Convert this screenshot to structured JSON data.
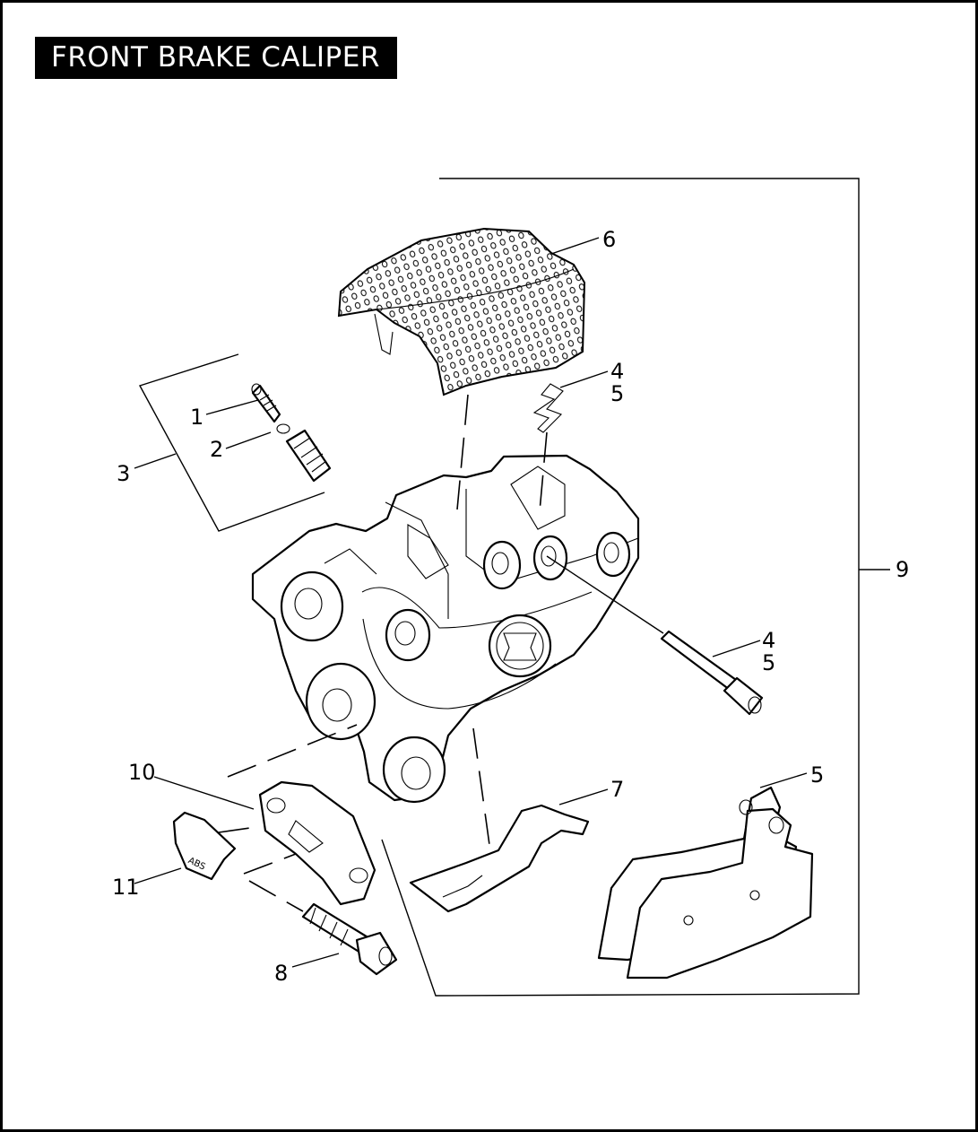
{
  "title": "FRONT BRAKE CALIPER",
  "callouts": {
    "c1": "1",
    "c2": "2",
    "c3": "3",
    "c4a": "4",
    "c5a": "5",
    "c4b": "4",
    "c5b": "5",
    "c5c": "5",
    "c6": "6",
    "c7": "7",
    "c8": "8",
    "c9": "9",
    "c10": "10",
    "c11": "11"
  },
  "abs_label": "ABS"
}
